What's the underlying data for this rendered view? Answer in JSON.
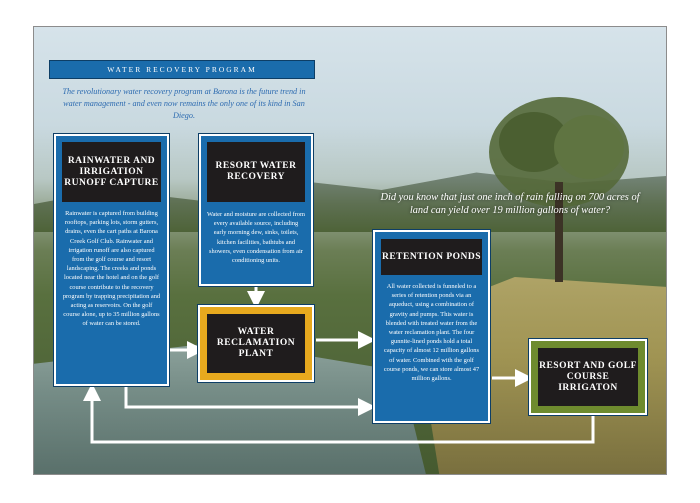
{
  "title": "WATER RECOVERY PROGRAM",
  "intro": "The revolutionary water recovery program at Barona is the future trend in water management - and even now remains the only one of its kind in San Diego.",
  "question": "Did you know that just one inch of rain falling on 700 acres of land can yield over 19 million gallons of water?",
  "boxes": {
    "rainwater": {
      "heading": "RAINWATER AND IRRIGATION RUNOFF CAPTURE",
      "body": "Rainwater is captured from building rooftops, parking lots, storm gutters, drains, even the cart paths at Barona Creek Golf Club. Rainwater and irrigation runoff are also captured from the golf course and resort landscaping. The creeks and ponds located near the hotel and on the golf course contribute to the recovery program by trapping precipitation and acting as reservoirs. On the golf course alone, up to 35 million gallons of water can be stored."
    },
    "resort": {
      "heading": "RESORT WATER RECOVERY",
      "body": "Water and moisture are collected from every available source, including early morning dew, sinks, toilets, kitchen facilities, bathtubs and showers, even condensation from air conditioning units."
    },
    "reclamation": {
      "heading": "WATER RECLAMATION PLANT"
    },
    "retention": {
      "heading": "RETENTION PONDS",
      "body": "All water collected is funneled to a series of retention ponds via an aqueduct, using a combination of gravity and pumps. This water is blended with treated water from the water reclamation plant. The four gunnite-lined ponds hold a total capacity of almost 12 million gallons of water. Combined with the golf course ponds, we can store almost 47 million gallons."
    },
    "irrigation": {
      "heading": "RESORT AND GOLF COURSE IRRIGATON"
    }
  },
  "colors": {
    "box_blue": "#1a6cac",
    "heading_black": "#1f1c1d",
    "reclamation_gold": "#e7a91e",
    "irrigation_green": "#6e8b2e",
    "intro_blue": "#2d6bb0"
  }
}
